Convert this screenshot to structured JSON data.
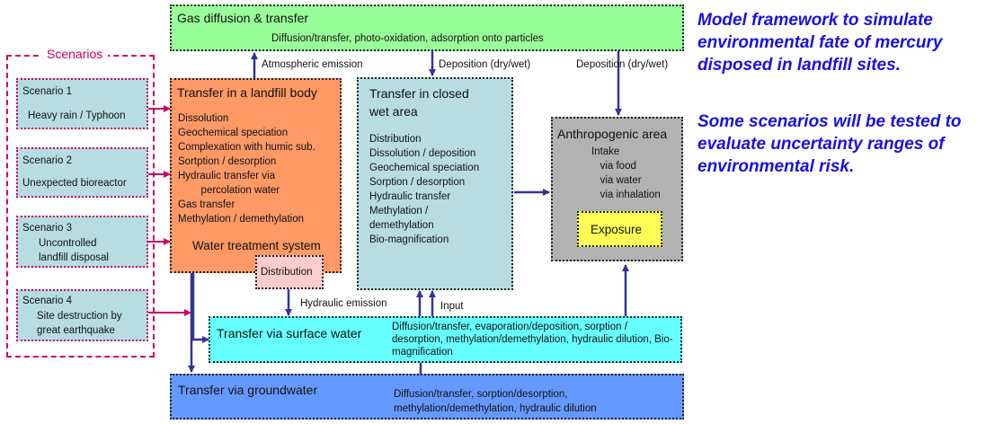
{
  "gas": {
    "title": "Gas diffusion & transfer",
    "desc": "Diffusion/transfer, photo-oxidation, adsorption onto particles"
  },
  "landfill": {
    "title": "Transfer in a landfill body",
    "items": "Dissolution\nGeochemical speciation\nComplexation with humic sub.\nSortption / desorption\nHydraulic transfer via\n        percolation water\nGas transfer\nMethylation / demethylation",
    "water_treatment": "Water treatment system"
  },
  "distribution": {
    "label": "Distribution"
  },
  "closed_wet": {
    "title_line1": "Transfer in closed",
    "title_line2": "wet area",
    "items": "Distribution\nDissolution / deposition\nGeochemical speciation\nSorption / desorption\nHydraulic transfer\nMethylation /\ndemethylation\nBio-magnification"
  },
  "anthro": {
    "title": "Anthropogenic area",
    "items": "Intake\n   via food\n   via water\n   via inhalation",
    "exposure": "Exposure"
  },
  "surface": {
    "title": "Transfer via surface water",
    "desc": "Diffusion/transfer, evaporation/deposition, sorption / desorption, methylation/demethylation, hydraulic dilution, Bio-magnification"
  },
  "ground": {
    "title": "Transfer via groundwater",
    "desc_line1": "Diffusion/transfer, sorption/desorption,",
    "desc_line2": "methylation/demethylation, hydraulic dilution"
  },
  "labels": {
    "atmospheric": "Atmospheric emission",
    "deposition1": "Deposition (dry/wet)",
    "deposition2": "Deposition (dry/wet)",
    "hydraulic": "Hydraulic emission",
    "input": "Input"
  },
  "scenarios": {
    "heading": "Scenarios",
    "items": [
      {
        "name": "Scenario 1",
        "desc": "Heavy rain / Typhoon"
      },
      {
        "name": "Scenario 2",
        "desc": "Unexpected bioreactor"
      },
      {
        "name": "Scenario 3",
        "desc": "Uncontrolled\nlandfill disposal"
      },
      {
        "name": "Scenario 4",
        "desc": "Site destruction by\ngreat earthquake"
      }
    ]
  },
  "notes": {
    "note1": "Model framework to simulate environmental fate of mercury disposed in landfill sites.",
    "note2": "Some scenarios will be tested to evaluate uncertainty ranges of environmental risk."
  },
  "colors": {
    "gas": "#99ff99",
    "landfill": "#ff9966",
    "distribution": "#ffcccc",
    "closed_wet": "#b7dde3",
    "anthro": "#b2b2b2",
    "exposure": "#ffff55",
    "surface": "#66ffff",
    "ground": "#6699ff",
    "scenario": "#b7dde3",
    "arrow_blue": "#333399",
    "arrow_pink": "#cc0066",
    "note": "#1a10e0"
  }
}
